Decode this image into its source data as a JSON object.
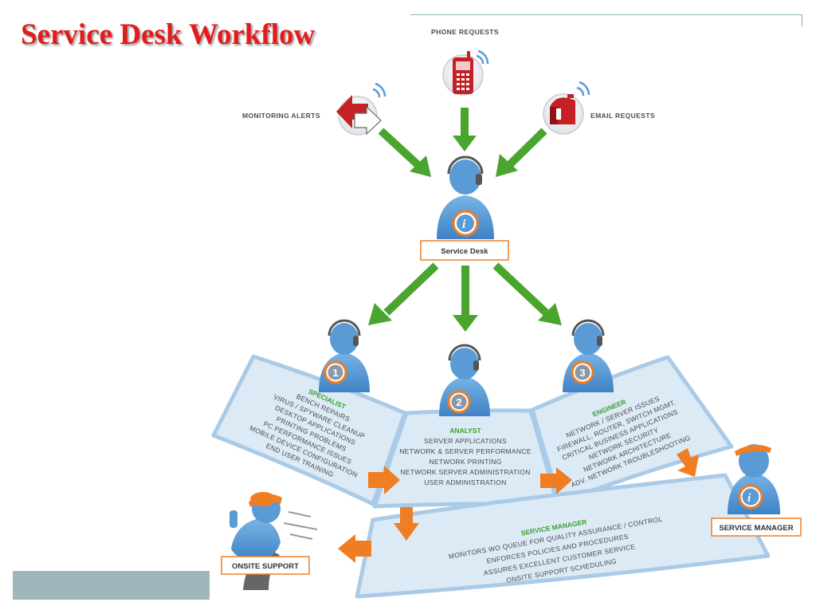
{
  "title": "Service Desk Workflow",
  "sources": {
    "phone": "PHONE REQUESTS",
    "monitoring": "MONITORING ALERTS",
    "email": "EMAIL REQUESTS"
  },
  "service_desk_label": "Service Desk",
  "tiers": [
    {
      "number": "1",
      "name": "SPECIALIST",
      "lines": [
        "BENCH REPAIRS",
        "VIRUS / SPYWARE CLEANUP",
        "DESKTOP APPLICATIONS",
        "PRINTING PROBLEMS",
        "PC PERFORMANCE ISSUES",
        "MOBILE DEVICE CONFIGURATION",
        "END USER TRAINING"
      ]
    },
    {
      "number": "2",
      "name": "ANALYST",
      "lines": [
        "SERVER APPLICATIONS",
        "NETWORK & SERVER PERFORMANCE",
        "NETWORK PRINTING",
        "NETWORK SERVER ADMINISTRATION",
        "USER ADMINISTRATION"
      ]
    },
    {
      "number": "3",
      "name": "ENGINEER",
      "lines": [
        "NETWORK / SERVER ISSUES",
        "FIREWALL, ROUTER, SWITCH MGMT.",
        "CRITICAL BUSINESS APPLICATIONS",
        "NETWORK SECURITY",
        "NETWORK ARCHITECTURE",
        "ADV. NETWORK TROUBLESHOOTING"
      ]
    }
  ],
  "service_manager": {
    "name": "SERVICE MANAGER",
    "lines": [
      "MONITORS WO QUEUE FOR QUALITY ASSURANCE / CONTROL",
      "ENFORCES POLICIES AND PROCEDURES",
      "ASSURES EXCELLENT CUSTOMER SERVICE",
      "ONSITE SUPPORT SCHEDULING"
    ],
    "box_label": "SERVICE MANAGER"
  },
  "onsite_support_label": "ONSITE SUPPORT",
  "colors": {
    "title": "#e41b1b",
    "green_arrow": "#4aa52e",
    "orange_arrow": "#ef7d22",
    "band_fill": "#dceaf6",
    "person_blue": "#5a9bd5",
    "phone_red": "#c42026"
  },
  "icons": {
    "phone": "phone-icon",
    "monitoring": "alert-arrow-icon",
    "email": "mailbox-icon",
    "agent": "headset-agent-icon",
    "runner": "running-technician-icon"
  }
}
